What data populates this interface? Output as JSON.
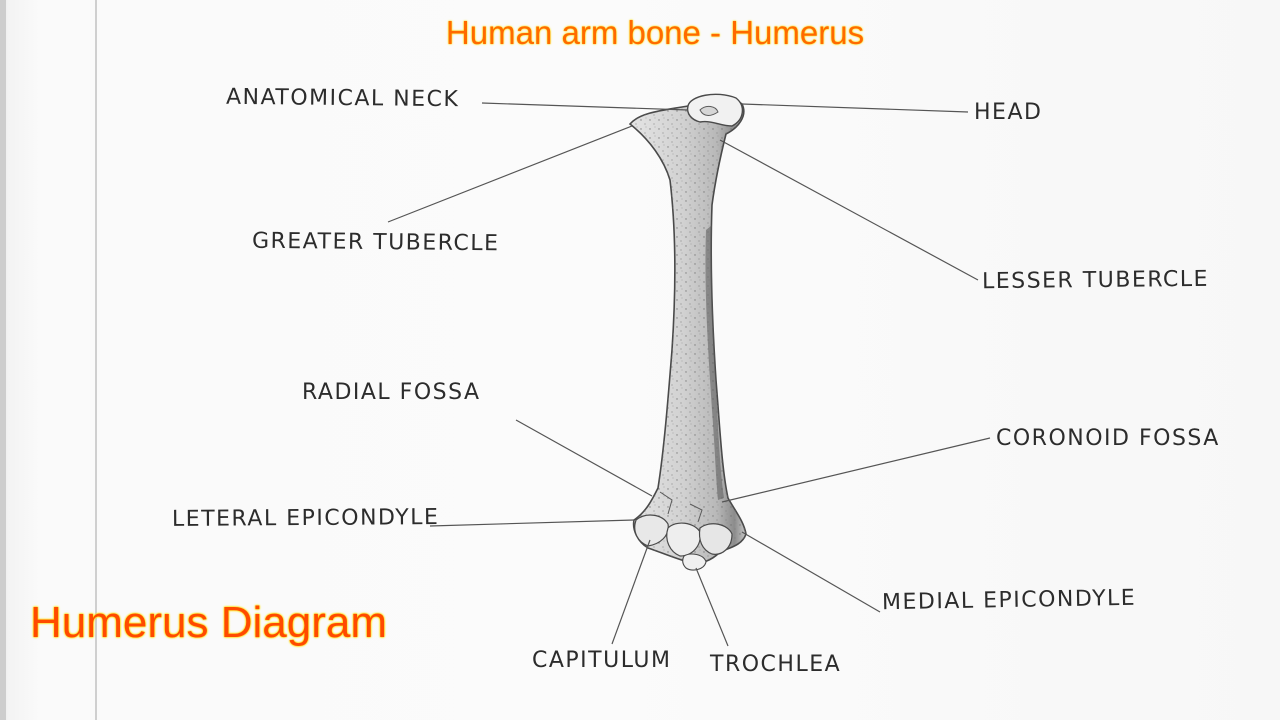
{
  "title": "Human arm bone - Humerus",
  "caption": "Humerus Diagram",
  "labels": {
    "anatomical_neck": "ANATOMICAL NECK",
    "head": "HEAD",
    "greater_tubercle": "GREATER TUBERCLE",
    "lesser_tubercle": "LESSER TUBERCLE",
    "radial_fossa": "RADIAL FOSSA",
    "coronoid_fossa": "CORONOID FOSSA",
    "lateral_epicondyle": "LETERAL EPICONDYLE",
    "medial_epicondyle": "MEDIAL EPICONDYLE",
    "capitulum": "CAPITULUM",
    "trochlea": "TROCHLEA"
  },
  "colors": {
    "title": "#ff6a00",
    "title_glow": "#ffe000",
    "label_text": "#2c2c2c",
    "leader_line": "#555555"
  }
}
